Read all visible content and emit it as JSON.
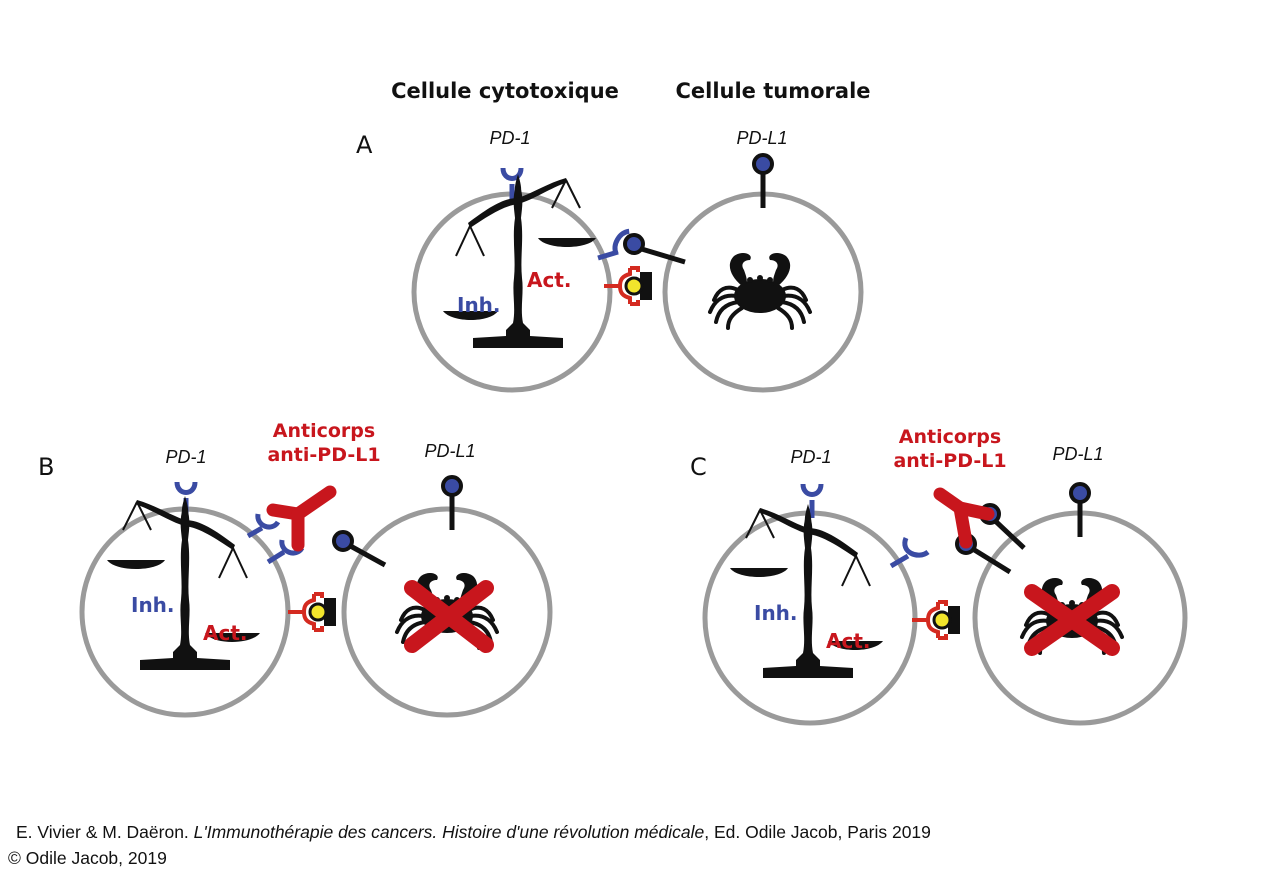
{
  "headers": {
    "cytotoxic_cell": "Cellule cytotoxique",
    "tumor_cell": "Cellule tumorale"
  },
  "panels": [
    {
      "letter": "A",
      "pd1_label": "PD-1",
      "pdl1_label": "PD-L1",
      "inh_label": "Inh.",
      "act_label": "Act.",
      "balance_tilt": "inhibition",
      "tumor_killed": false
    },
    {
      "letter": "B",
      "pd1_label": "PD-1",
      "pdl1_label": "PD-L1",
      "antibody_label_line1": "Anticorps",
      "antibody_label_line2": "anti-PD-L1",
      "inh_label": "Inh.",
      "act_label": "Act.",
      "balance_tilt": "activation",
      "tumor_killed": true
    },
    {
      "letter": "C",
      "pd1_label": "PD-1",
      "pdl1_label": "PD-L1",
      "antibody_label_line1": "Anticorps",
      "antibody_label_line2": "anti-PD-L1",
      "inh_label": "Inh.",
      "act_label": "Act.",
      "balance_tilt": "activation",
      "tumor_killed": true
    }
  ],
  "colors": {
    "pd1": "#3a4ba3",
    "antibody": "#c8161d",
    "activating_receptor": "#d42a20",
    "ligand_core": "#f2e52c",
    "membrane": "#9a9a9a"
  },
  "caption": {
    "authors": "E. Vivier & M. Daëron. ",
    "title": "L'Immunothérapie des cancers. Histoire d'une révolution médicale",
    "publisher": ", Ed. Odile Jacob, Paris 2019",
    "copyright": "© Odile Jacob, 2019"
  }
}
